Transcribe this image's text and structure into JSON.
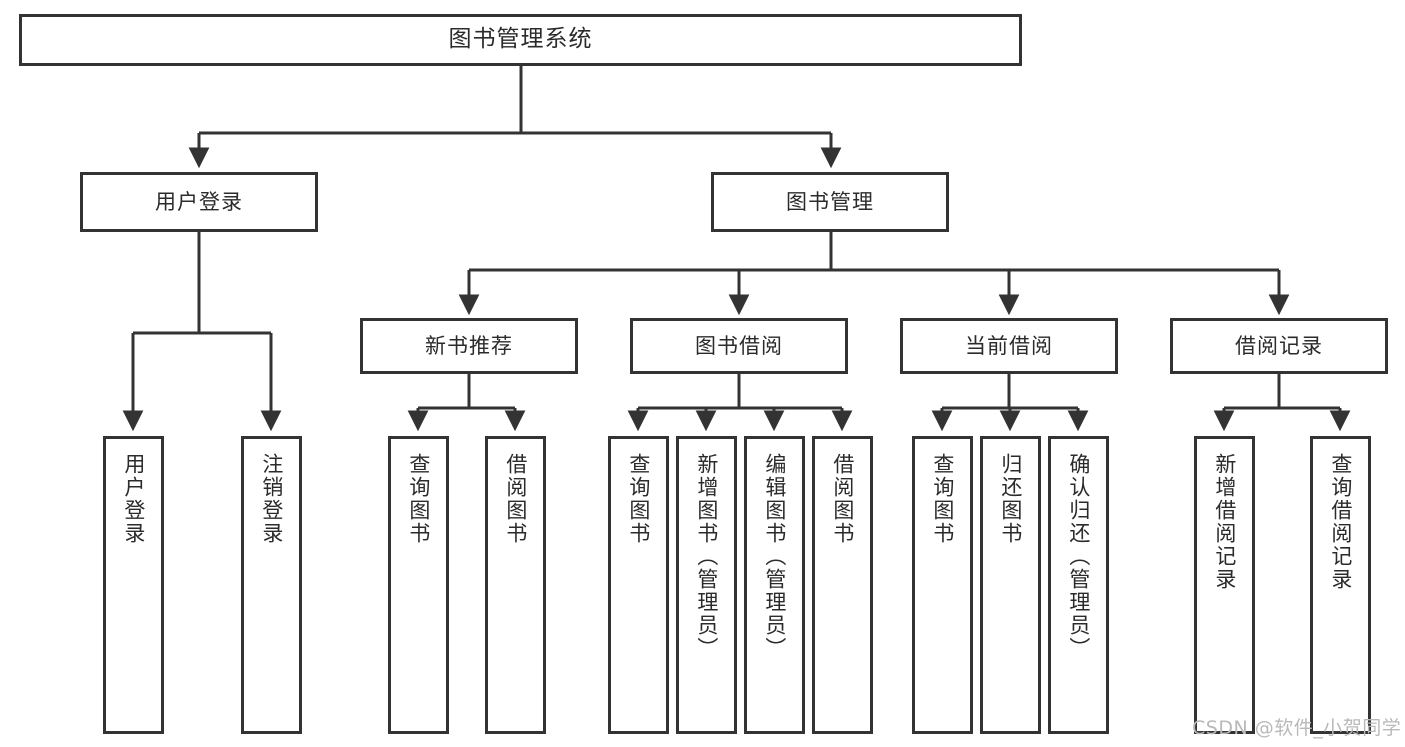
{
  "diagram": {
    "title": "图书管理系统",
    "type": "hierarchy-tree",
    "colors": {
      "box_border": "#333333",
      "box_fill": "#ffffff",
      "connector": "#333333",
      "text": "#2b2b2b",
      "watermark": "#b9b9b9",
      "background": "#ffffff"
    },
    "nodes": {
      "root": {
        "label": "图书管理系统"
      },
      "level1": [
        {
          "id": "user-login",
          "label": "用户登录"
        },
        {
          "id": "book-management",
          "label": "图书管理"
        }
      ],
      "level2": [
        {
          "id": "new-book-recommend",
          "label": "新书推荐"
        },
        {
          "id": "book-borrow",
          "label": "图书借阅"
        },
        {
          "id": "current-borrow",
          "label": "当前借阅"
        },
        {
          "id": "borrow-record",
          "label": "借阅记录"
        }
      ],
      "leaves": {
        "user-login": [
          {
            "id": "leaf-user-login",
            "label": "用户登录"
          },
          {
            "id": "leaf-logout-login",
            "label": "注销登录"
          }
        ],
        "new-book-recommend": [
          {
            "id": "leaf-query-book-1",
            "label": "查询图书"
          },
          {
            "id": "leaf-borrow-book-1",
            "label": "借阅图书"
          }
        ],
        "book-borrow": [
          {
            "id": "leaf-query-book-2",
            "label": "查询图书"
          },
          {
            "id": "leaf-add-book",
            "label": "新增图书（管理员）"
          },
          {
            "id": "leaf-edit-book",
            "label": "编辑图书（管理员）"
          },
          {
            "id": "leaf-borrow-book-2",
            "label": "借阅图书"
          }
        ],
        "current-borrow": [
          {
            "id": "leaf-query-book-3",
            "label": "查询图书"
          },
          {
            "id": "leaf-return-book",
            "label": "归还图书"
          },
          {
            "id": "leaf-confirm-return",
            "label": "确认归还（管理员）"
          }
        ],
        "borrow-record": [
          {
            "id": "leaf-add-record",
            "label": "新增借阅记录"
          },
          {
            "id": "leaf-query-record",
            "label": "查询借阅记录"
          }
        ]
      }
    },
    "watermark": "CSDN @软件_小贺同学"
  }
}
